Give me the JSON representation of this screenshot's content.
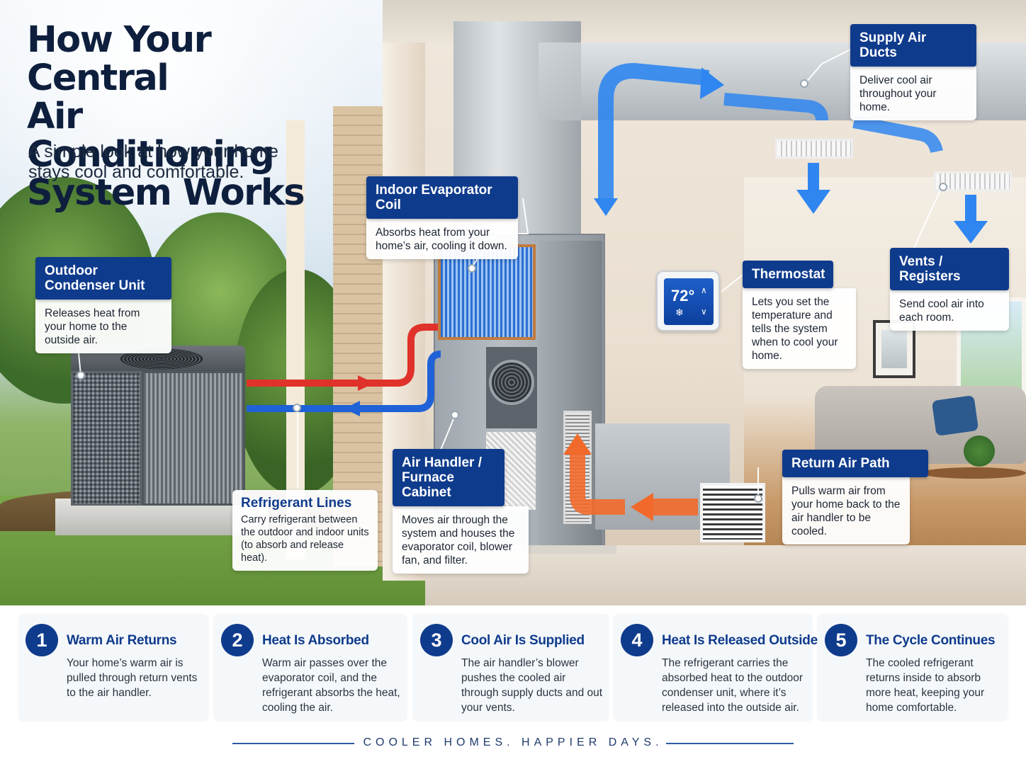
{
  "title_lines": [
    "How Your Central",
    "Air Conditioning",
    "System Works"
  ],
  "subtitle": "A simple look at how your home stays cool and comfortable.",
  "callouts": {
    "outdoor": {
      "title": "Outdoor Condenser Unit",
      "text": "Releases heat from your home to the outside air."
    },
    "evaporator": {
      "title": "Indoor Evaporator Coil",
      "text": "Absorbs heat from your home’s air, cooling it down."
    },
    "supply": {
      "title": "Supply Air Ducts",
      "text": "Deliver cool air throughout your home."
    },
    "thermostat": {
      "title": "Thermostat",
      "text": "Lets you set the temperature and tells the system when to cool your home."
    },
    "vents": {
      "title": "Vents / Registers",
      "text": "Send cool air into each room."
    },
    "refrigerant": {
      "title": "Refrigerant Lines",
      "text": "Carry refrigerant between the outdoor and indoor units (to absorb and release heat)."
    },
    "air_handler": {
      "title": "Air Handler / Furnace Cabinet",
      "text": "Moves air through the system and houses the evaporator coil, blower fan, and filter."
    },
    "return_path": {
      "title": "Return Air Path",
      "text": "Pulls warm air from your home back to the air handler to be cooled."
    }
  },
  "thermostat_display": {
    "temperature": "72°",
    "mode_icon": "snowflake-icon"
  },
  "steps": [
    {
      "number": "1",
      "title": "Warm Air Returns",
      "text": "Your home’s warm air is pulled through return vents to the air handler."
    },
    {
      "number": "2",
      "title": "Heat Is Absorbed",
      "text": "Warm air passes over the evaporator coil, and the refrigerant absorbs the heat, cooling the air."
    },
    {
      "number": "3",
      "title": "Cool Air Is Supplied",
      "text": "The air handler’s blower pushes the cooled air through supply ducts and out your vents."
    },
    {
      "number": "4",
      "title": "Heat Is Released Outside",
      "text": "The refrigerant carries the absorbed heat to the outdoor condenser unit, where it’s released into the outside air."
    },
    {
      "number": "5",
      "title": "The Cycle Continues",
      "text": "The cooled refrigerant returns inside to absorb more heat, keeping your home comfortable."
    }
  ],
  "tagline": "COOLER HOMES. HAPPIER DAYS.",
  "colors": {
    "navy": "#0f3b8c",
    "title": "#0e1f3d",
    "cool_air": "#2f86f0",
    "warm_air": "#f26a2b",
    "hot_line": "#e0322a",
    "cold_line": "#1f62d8"
  }
}
